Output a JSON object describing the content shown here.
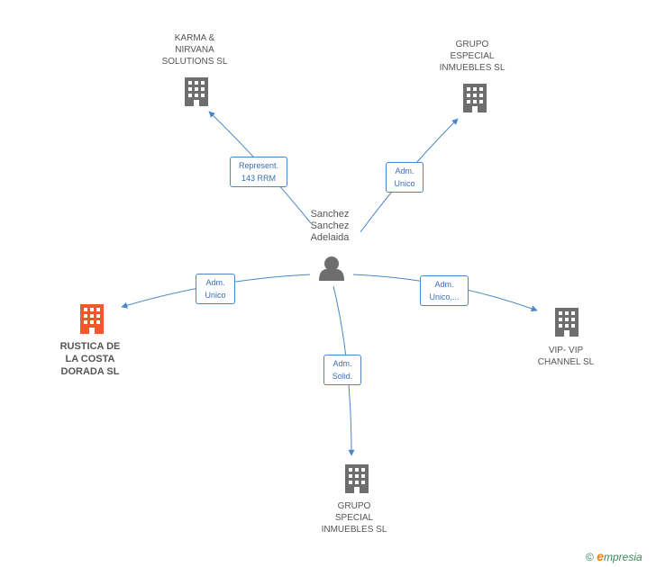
{
  "center": {
    "name": "Sanchez\nSanchez\nAdelaida",
    "icon": "person-icon"
  },
  "nodes": [
    {
      "id": "karma",
      "label": "KARMA &\nNIRVANA\nSOLUTIONS  SL",
      "icon": "building-icon",
      "color": "#6e6e6e"
    },
    {
      "id": "grupo1",
      "label": "GRUPO\nESPECIAL\nINMUEBLES SL",
      "icon": "building-icon",
      "color": "#6e6e6e"
    },
    {
      "id": "rustica",
      "label": "RUSTICA DE\nLA COSTA\nDORADA SL",
      "icon": "building-icon",
      "color": "#f05a2a"
    },
    {
      "id": "vip",
      "label": "VIP- VIP\nCHANNEL  SL",
      "icon": "building-icon",
      "color": "#6e6e6e"
    },
    {
      "id": "grupo2",
      "label": "GRUPO\nSPECIAL\nINMUEBLES SL",
      "icon": "building-icon",
      "color": "#6e6e6e"
    }
  ],
  "edges": [
    {
      "to": "karma",
      "label": "Represent.\n143 RRM"
    },
    {
      "to": "grupo1",
      "label": "Adm.\nUnico"
    },
    {
      "to": "rustica",
      "label": "Adm.\nUnico"
    },
    {
      "to": "vip",
      "label": "Adm.\nUnico,..."
    },
    {
      "to": "grupo2",
      "label": "Adm.\nSolid."
    }
  ],
  "colors": {
    "edge": "#4a86c8",
    "person": "#6e6e6e"
  },
  "footer": {
    "copyright": "©",
    "brand_e": "e",
    "brand_rest": "mpresia"
  }
}
